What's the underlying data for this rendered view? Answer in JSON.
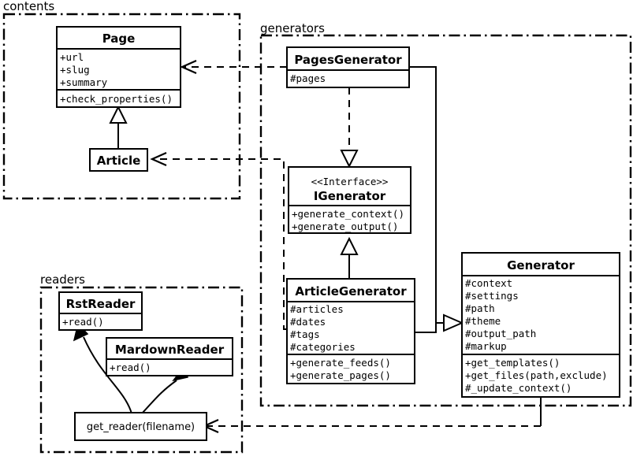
{
  "diagram": {
    "title": "UML class diagram",
    "stroke_color": "#000000",
    "background_color": "#ffffff"
  },
  "packages": [
    {
      "id": "contents",
      "label": "contents"
    },
    {
      "id": "generators",
      "label": "generators"
    },
    {
      "id": "readers",
      "label": "readers"
    }
  ],
  "classes": {
    "page": {
      "name": "Page",
      "attributes": [
        "+url",
        "+slug",
        "+summary"
      ],
      "methods": [
        "+check_properties()"
      ]
    },
    "article": {
      "name": "Article",
      "attributes": [],
      "methods": []
    },
    "pages_generator": {
      "name": "PagesGenerator",
      "attributes": [
        "#pages"
      ],
      "methods": []
    },
    "igenerator": {
      "stereotype": "<<Interface>>",
      "name": "IGenerator",
      "attributes": [],
      "methods": [
        "+generate_context()",
        "+generate_output()"
      ]
    },
    "article_generator": {
      "name": "ArticleGenerator",
      "attributes": [
        "#articles",
        "#dates",
        "#tags",
        "#categories"
      ],
      "methods": [
        "+generate_feeds()",
        "+generate_pages()"
      ]
    },
    "generator": {
      "name": "Generator",
      "attributes": [
        "#context",
        "#settings",
        "#path",
        "#theme",
        "#output_path",
        "#markup"
      ],
      "methods": [
        "+get_templates()",
        "+get_files(path,exclude)",
        "#_update_context()"
      ]
    },
    "rst_reader": {
      "name": "RstReader",
      "attributes": [],
      "methods": [
        "+read()"
      ]
    },
    "mardown_reader": {
      "name": "MardownReader",
      "attributes": [],
      "methods": [
        "+read()"
      ]
    },
    "get_reader": {
      "name": "get_reader(filename)"
    }
  },
  "relations": [
    {
      "id": "article-inherits-page",
      "type": "generalization",
      "from": "Article",
      "to": "Page"
    },
    {
      "id": "pagesgenerator-uses-page",
      "type": "dependency",
      "from": "PagesGenerator",
      "to": "Page"
    },
    {
      "id": "articlegenerator-uses-article",
      "type": "dependency",
      "from": "ArticleGenerator",
      "to": "Article"
    },
    {
      "id": "pagesgenerator-realizes-igenerator",
      "type": "realization",
      "from": "PagesGenerator",
      "to": "IGenerator"
    },
    {
      "id": "articlegenerator-realizes-igenerator",
      "type": "realization",
      "from": "ArticleGenerator",
      "to": "IGenerator"
    },
    {
      "id": "pagesgenerator-inherits-generator",
      "type": "generalization",
      "from": "PagesGenerator",
      "to": "Generator"
    },
    {
      "id": "articlegenerator-inherits-generator",
      "type": "generalization",
      "from": "ArticleGenerator",
      "to": "Generator"
    },
    {
      "id": "generator-uses-get-reader",
      "type": "dependency",
      "from": "Generator",
      "to": "get_reader(filename)"
    },
    {
      "id": "get-reader-returns-rstreader",
      "type": "association",
      "from": "get_reader(filename)",
      "to": "RstReader"
    },
    {
      "id": "get-reader-returns-mardownreader",
      "type": "association",
      "from": "get_reader(filename)",
      "to": "MardownReader"
    }
  ]
}
